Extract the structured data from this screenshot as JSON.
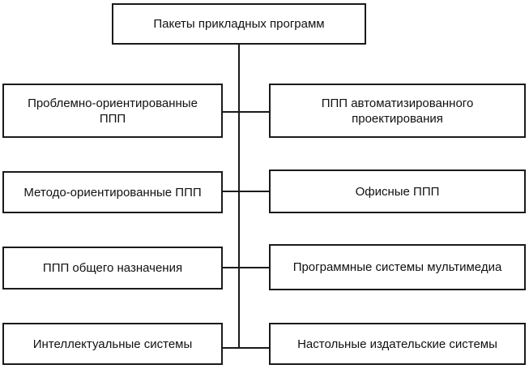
{
  "diagram": {
    "root": "Пакеты прикладных программ",
    "left": [
      "Проблемно-ориентированные\nППП",
      "Методо-ориентированные ППП",
      "ППП общего назначения",
      "Интеллектуальные системы"
    ],
    "right": [
      "ППП автоматизированного\nпроектирования",
      "Офисные ППП",
      "Программные системы мультимедиа",
      "Настольные издательские системы"
    ]
  }
}
